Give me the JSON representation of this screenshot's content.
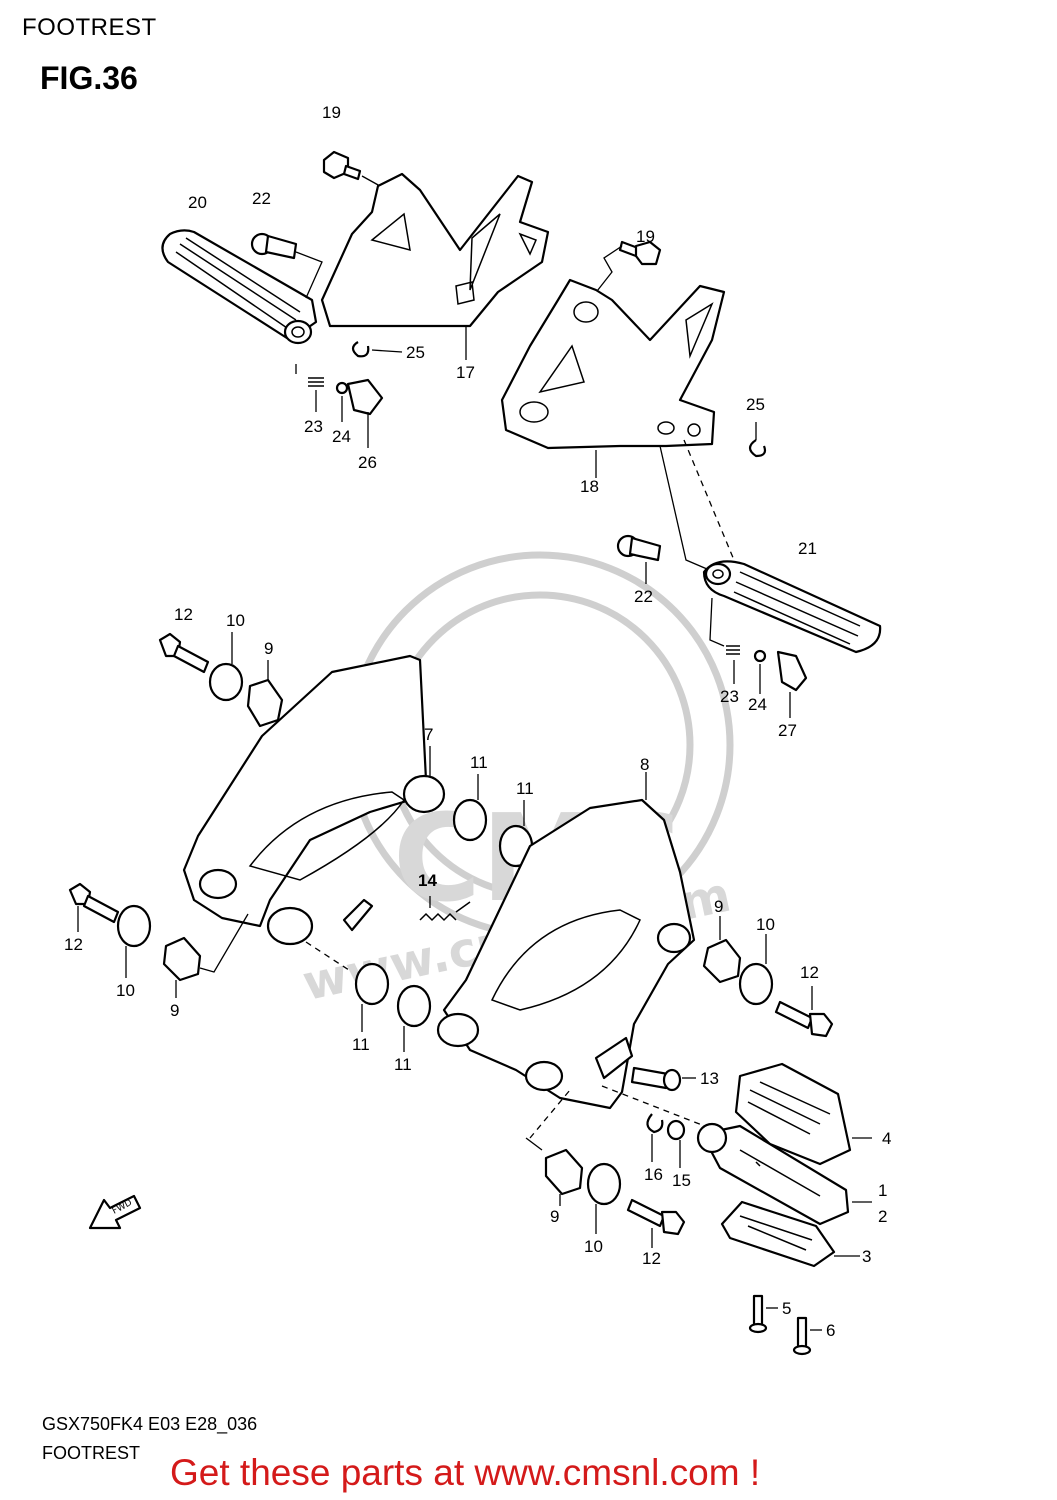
{
  "header": {
    "section_title": "FOOTREST",
    "figure_label": "FIG.36"
  },
  "watermark": {
    "brand": "CMS",
    "site": "www.cmsnl.com"
  },
  "direction_marker": {
    "label": "FWD"
  },
  "callouts": [
    {
      "id": "c19a",
      "label": "19"
    },
    {
      "id": "c20",
      "label": "20"
    },
    {
      "id": "c22a",
      "label": "22"
    },
    {
      "id": "c25a",
      "label": "25"
    },
    {
      "id": "c17",
      "label": "17"
    },
    {
      "id": "c23a",
      "label": "23"
    },
    {
      "id": "c24a",
      "label": "24"
    },
    {
      "id": "c26",
      "label": "26"
    },
    {
      "id": "c19b",
      "label": "19"
    },
    {
      "id": "c25b",
      "label": "25"
    },
    {
      "id": "c18",
      "label": "18"
    },
    {
      "id": "c21",
      "label": "21"
    },
    {
      "id": "c22b",
      "label": "22"
    },
    {
      "id": "c23b",
      "label": "23"
    },
    {
      "id": "c24b",
      "label": "24"
    },
    {
      "id": "c27",
      "label": "27"
    },
    {
      "id": "c12a",
      "label": "12"
    },
    {
      "id": "c10a",
      "label": "10"
    },
    {
      "id": "c9a",
      "label": "9"
    },
    {
      "id": "c7",
      "label": "7"
    },
    {
      "id": "c11a",
      "label": "11"
    },
    {
      "id": "c11b",
      "label": "11"
    },
    {
      "id": "c8",
      "label": "8"
    },
    {
      "id": "c14",
      "label": "14"
    },
    {
      "id": "c12b",
      "label": "12"
    },
    {
      "id": "c10b",
      "label": "10"
    },
    {
      "id": "c9b",
      "label": "9"
    },
    {
      "id": "c11c",
      "label": "11"
    },
    {
      "id": "c11d",
      "label": "11"
    },
    {
      "id": "c9c",
      "label": "9"
    },
    {
      "id": "c10c",
      "label": "10"
    },
    {
      "id": "c12c",
      "label": "12"
    },
    {
      "id": "c13",
      "label": "13"
    },
    {
      "id": "c4",
      "label": "4"
    },
    {
      "id": "c16",
      "label": "16"
    },
    {
      "id": "c15",
      "label": "15"
    },
    {
      "id": "c1",
      "label": "1"
    },
    {
      "id": "c2",
      "label": "2"
    },
    {
      "id": "c9d",
      "label": "9"
    },
    {
      "id": "c10d",
      "label": "10"
    },
    {
      "id": "c12d",
      "label": "12"
    },
    {
      "id": "c3",
      "label": "3"
    },
    {
      "id": "c5",
      "label": "5"
    },
    {
      "id": "c6",
      "label": "6"
    }
  ],
  "footer": {
    "diagram_code": "GSX750FK4 E03 E28_036",
    "section_name": "FOOTREST",
    "promo_text": "Get these parts at www.cmsnl.com !",
    "promo_color": "#d41a1a"
  }
}
